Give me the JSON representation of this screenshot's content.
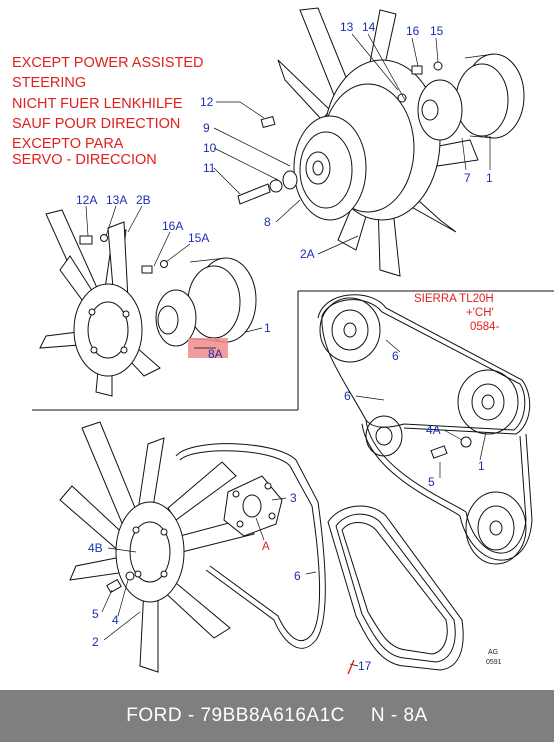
{
  "note": {
    "lines": [
      "EXCEPT POWER ASSISTED",
      "STEERING",
      "NICHT FUER LENKHILFE",
      "SAUF POUR DIRECTION",
      "EXCEPTO PARA",
      "SERVO - DIRECCION"
    ]
  },
  "variant": {
    "lines": [
      "SIERRA  TL20H",
      "+'CH'",
      "0584-"
    ]
  },
  "labels": {
    "top": [
      "13",
      "14",
      "16",
      "15",
      "12",
      "9",
      "10",
      "11",
      "8",
      "2A",
      "7",
      "1"
    ],
    "middle": [
      "12A",
      "13A",
      "2B",
      "16A",
      "15A",
      "1",
      "8A"
    ],
    "belt": [
      "6",
      "6",
      "4A",
      "1",
      "5"
    ],
    "bottom": [
      "3",
      "A",
      "4B",
      "6",
      "5",
      "4",
      "2",
      "17"
    ]
  },
  "stamp": {
    "line1": "AG",
    "line2": "0591"
  },
  "highlight": {
    "label": "8A",
    "color": "#f08c8c"
  },
  "colors": {
    "label": "#1c2fb0",
    "note": "#e0201d",
    "footer_bg": "#7f7f7f"
  },
  "footer": {
    "part_number": "FORD - 79BB8A616A1C",
    "reference": "N - 8A"
  }
}
